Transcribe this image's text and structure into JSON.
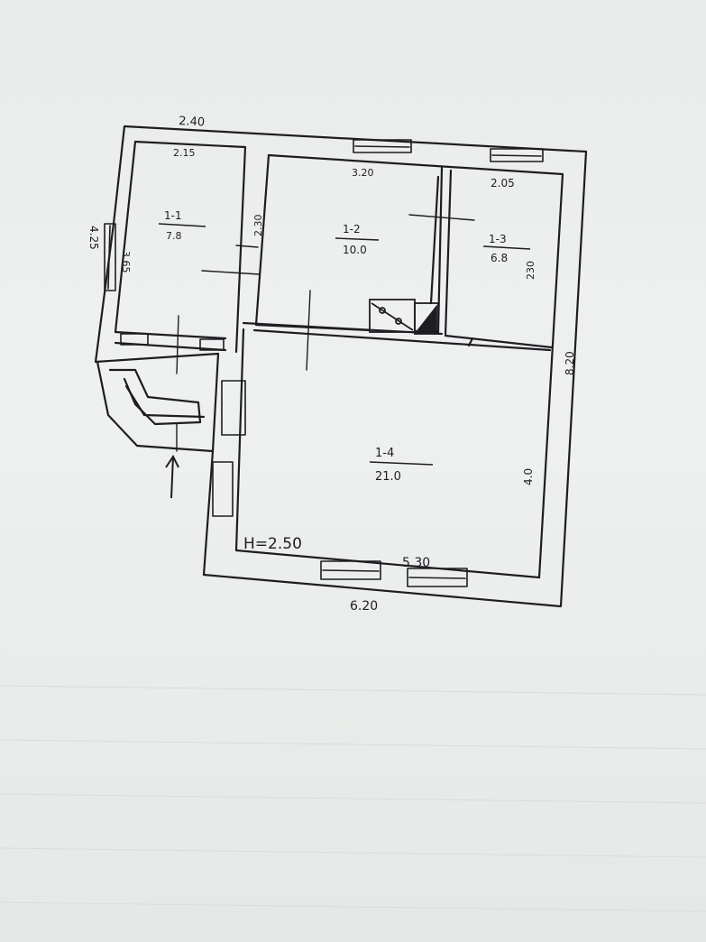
{
  "plan": {
    "outer_dimensions": {
      "top_left_width": "2.40",
      "left_height": "4.25",
      "right_height": "8.20",
      "bottom_width": "6.20"
    },
    "inner_dimensions": {
      "room1_width": "2.15",
      "room1_height": "3.65",
      "room2_height": "2.30",
      "room2_width": "3.20",
      "room3_width": "2.05",
      "room3_height": "230",
      "room4_width": "5.30",
      "room4_height": "4.0"
    },
    "ceiling_height": "H=2.50",
    "rooms": [
      {
        "id": "1-1",
        "area": "7.8"
      },
      {
        "id": "1-2",
        "area": "10.0"
      },
      {
        "id": "1-3",
        "area": "6.8"
      },
      {
        "id": "1-4",
        "area": "21.0"
      }
    ],
    "colors": {
      "ink": "#1d1d22",
      "paper": "#eceeed"
    },
    "icons": [
      "entrance-arrow-icon",
      "stove-icon"
    ]
  }
}
